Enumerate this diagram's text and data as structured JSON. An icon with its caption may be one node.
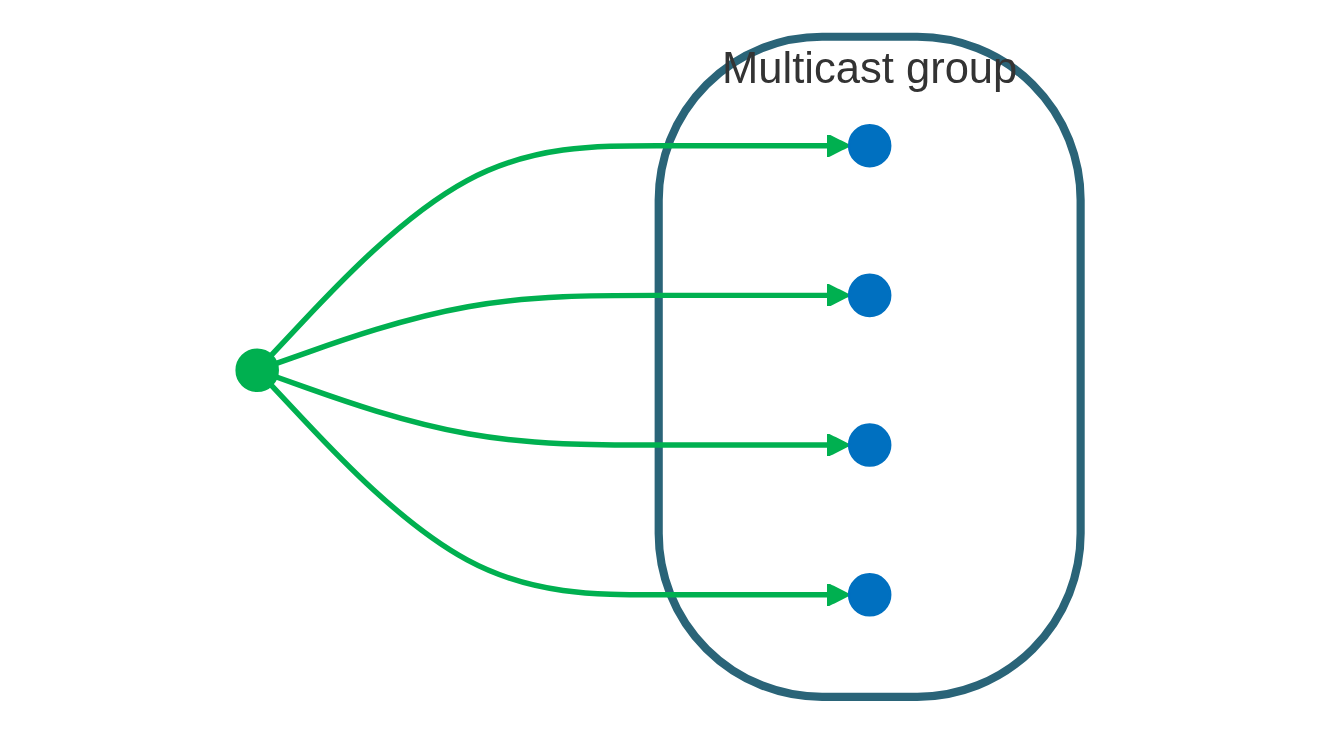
{
  "diagram": {
    "nodes": [
      {
        "text": [],
        "shape": "circle"
      },
      {
        "text": [
          "Multicast group"
        ]
      },
      {
        "text": [],
        "shape": "circle",
        "in": 1
      },
      {
        "text": [],
        "shape": "circle",
        "in": 1
      },
      {
        "text": [],
        "shape": "circle",
        "in": 1
      },
      {
        "text": [],
        "shape": "circle",
        "in": 1
      }
    ],
    "edges": [
      {
        "from": 0,
        "to": 2,
        "arrow": "to"
      },
      {
        "from": 0,
        "to": 3,
        "arrow": "to"
      },
      {
        "from": 0,
        "to": 4,
        "arrow": "to"
      },
      {
        "from": 0,
        "to": 5,
        "arrow": "to"
      }
    ]
  }
}
